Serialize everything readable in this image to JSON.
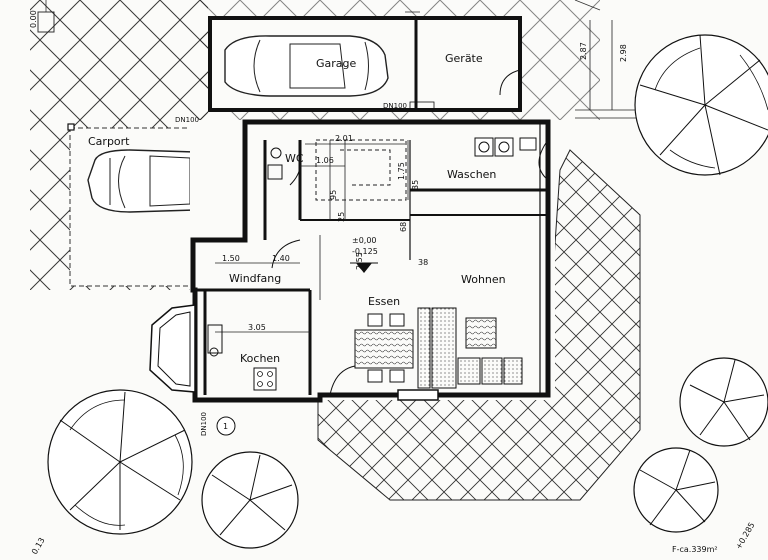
{
  "rooms": {
    "garage": "Garage",
    "geraete": "Geräte",
    "carport": "Carport",
    "wc": "WC",
    "waschen": "Waschen",
    "windfang": "Windfang",
    "essen": "Essen",
    "wohnen": "Wohnen",
    "kochen": "Kochen"
  },
  "dimensions": {
    "d201": "2.01",
    "d106": "1.06",
    "d175": "1.75",
    "d95": "95",
    "d35": "35",
    "d25": "25",
    "d68": "68",
    "d255": "2.55",
    "d150": "1.50",
    "d140": "1.40",
    "d305": "3.05",
    "d38": "38",
    "d287": "2.87",
    "d298": "2.98",
    "d100": "0.00",
    "dm013": "0.13",
    "dp285": "+0.285"
  },
  "levels": {
    "floor": "±0,00",
    "floor_low": "-0,125"
  },
  "pipes": {
    "dn_a": "DN100",
    "dn_b": "DN100",
    "dn_c": "DN100"
  },
  "marker": "1",
  "area": "F-ca.339m²"
}
